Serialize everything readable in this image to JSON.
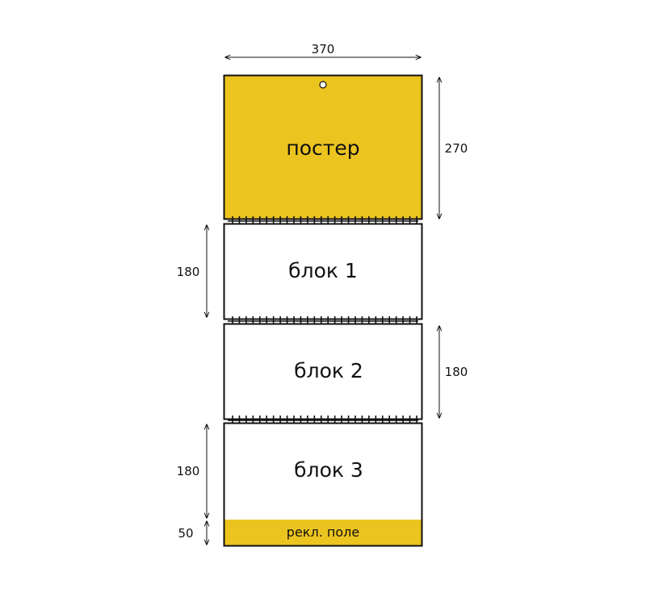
{
  "colors": {
    "poster": "#ecc41f",
    "outline": "#111111",
    "background": "#ffffff"
  },
  "dimensions": {
    "width": "370",
    "poster_height": "270",
    "block1_height": "180",
    "block2_height": "180",
    "block3_height": "180",
    "ad_height": "50"
  },
  "sheets": {
    "poster": "постер",
    "block1": "блок 1",
    "block2": "блок 2",
    "block3": "блок 3",
    "ad_field": "рекл. поле"
  }
}
